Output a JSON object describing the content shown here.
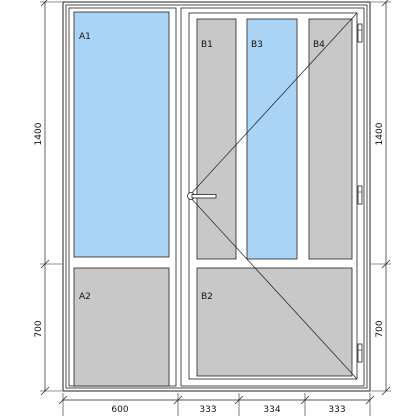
{
  "panes": {
    "a1": {
      "label": "A1",
      "fill": "glass"
    },
    "a2": {
      "label": "A2",
      "fill": "panel"
    },
    "b1": {
      "label": "B1",
      "fill": "panel"
    },
    "b3": {
      "label": "B3",
      "fill": "glass"
    },
    "b4": {
      "label": "B4",
      "fill": "panel"
    },
    "b2": {
      "label": "B2",
      "fill": "panel"
    }
  },
  "dimensions": {
    "left_upper": "1400",
    "left_lower": "700",
    "right_upper": "1400",
    "right_lower": "700",
    "bottom_left": "600",
    "bottom_b1": "333",
    "bottom_b3": "334",
    "bottom_b4": "333"
  },
  "colors": {
    "glass": "#aad4f5",
    "panel": "#c8c8c8",
    "frame": "#ffffff",
    "line": "#222222"
  }
}
